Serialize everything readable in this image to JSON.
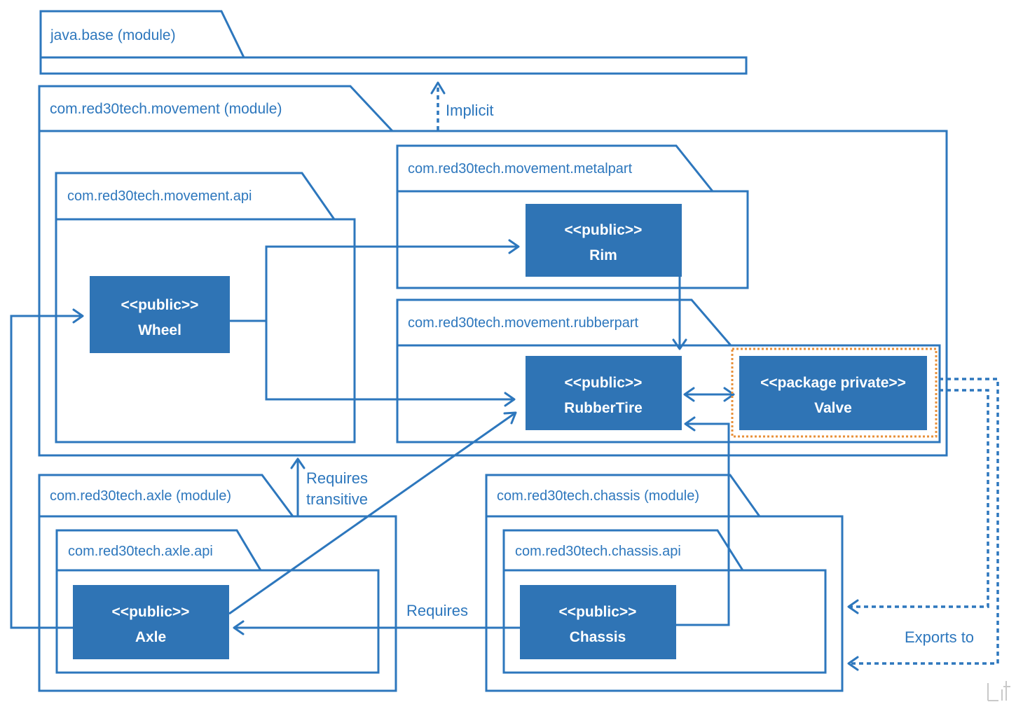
{
  "packages": {
    "java_base": "java.base (module)",
    "movement": "com.red30tech.movement (module)",
    "movement_api": "com.red30tech.movement.api",
    "metalpart": "com.red30tech.movement.metalpart",
    "rubberpart": "com.red30tech.movement.rubberpart",
    "axle": "com.red30tech.axle (module)",
    "axle_api": "com.red30tech.axle.api",
    "chassis": "com.red30tech.chassis (module)",
    "chassis_api": "com.red30tech.chassis.api"
  },
  "classes": {
    "wheel": {
      "stereotype": "<<public>>",
      "name": "Wheel"
    },
    "rim": {
      "stereotype": "<<public>>",
      "name": "Rim"
    },
    "rubbertire": {
      "stereotype": "<<public>>",
      "name": "RubberTire"
    },
    "valve": {
      "stereotype": "<<package private>>",
      "name": "Valve"
    },
    "axle": {
      "stereotype": "<<public>>",
      "name": "Axle"
    },
    "chassis": {
      "stereotype": "<<public>>",
      "name": "Chassis"
    }
  },
  "connectors": {
    "implicit": "Implicit",
    "requires_transitive_1": "Requires",
    "requires_transitive_2": "transitive",
    "requires": "Requires",
    "exports_to": "Exports to"
  },
  "colors": {
    "line": "#2d77bd",
    "class_fill": "#2f74b5",
    "highlight": "#e8903a"
  }
}
